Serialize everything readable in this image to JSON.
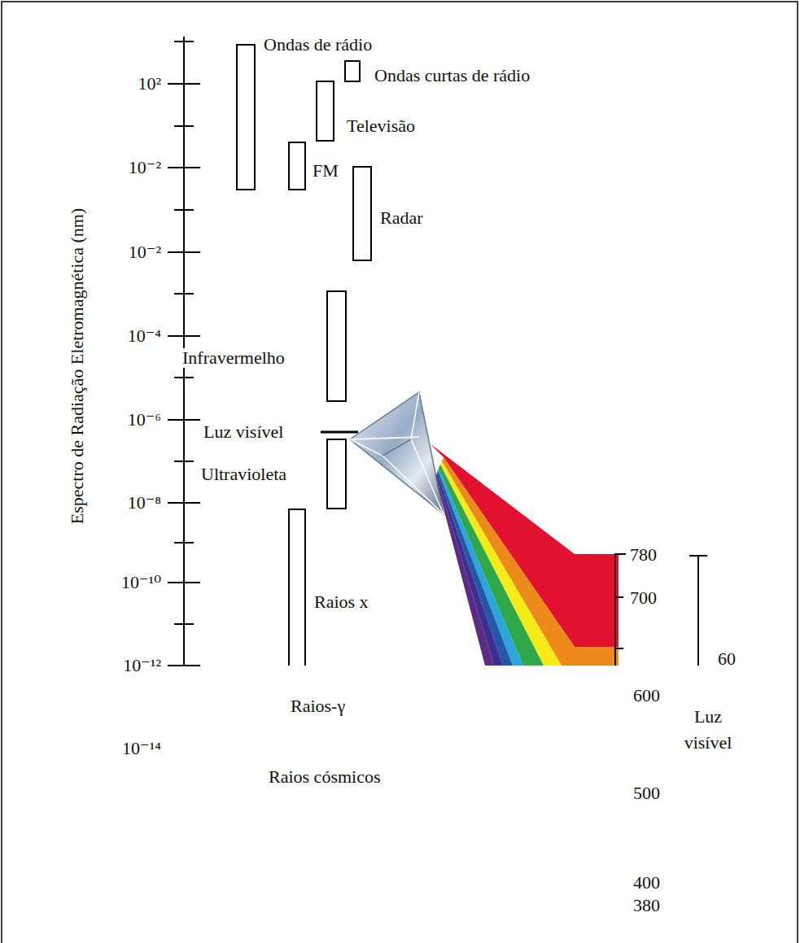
{
  "diagram": {
    "labels": [
      "Espectro de Radiação Eletromagnética (nm)",
      "Ondas de rádio",
      "Ondas curtas de rádio",
      "10²",
      "Televisão",
      "10⁻²",
      "FM",
      "Radar",
      "10⁻²",
      "10⁻⁴",
      "Infravermelho",
      "10⁻⁶",
      "Luz visível",
      "Ultravioleta",
      "10⁻⁸",
      "780",
      "10⁻¹⁰",
      "Raios x",
      "700",
      "60",
      "10⁻¹²",
      "600",
      "Luz visível",
      "Raios-γ",
      "10⁻¹⁴",
      "Raios cósmicos",
      "500",
      "400",
      "380"
    ]
  }
}
